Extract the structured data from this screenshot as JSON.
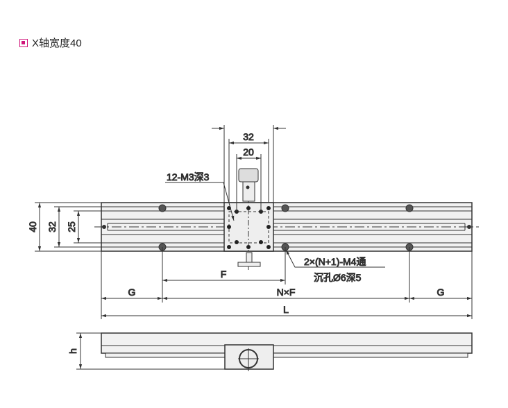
{
  "title": "X轴宽度40",
  "accent_color": "#d0157a",
  "dims": {
    "d40": "40",
    "d32v": "32",
    "d25": "25",
    "d32": "32",
    "d20": "20",
    "F": "F",
    "G1": "G",
    "NF": "N×F",
    "G2": "G",
    "L": "L",
    "h": "h"
  },
  "notes": {
    "tapped": "12-M3深3",
    "mount1": "2×(N+1)-M4通",
    "mount2": "沉孔Ø6深5"
  }
}
